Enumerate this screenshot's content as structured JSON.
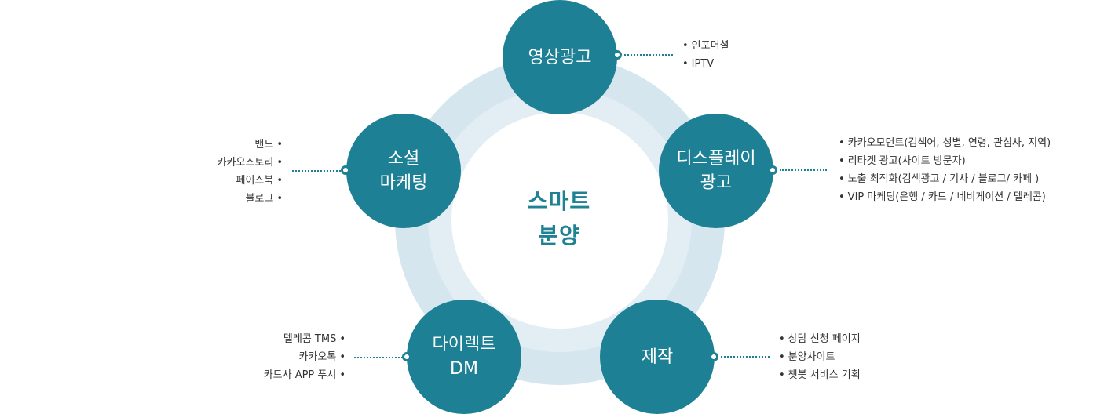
{
  "center": {
    "line1": "스마트",
    "line2": "분양"
  },
  "nodes": {
    "video": {
      "line1": "영상광고",
      "items": [
        "인포머셜",
        "IPTV"
      ]
    },
    "display": {
      "line1": "디스플레이",
      "line2": "광고",
      "items": [
        "카카오모먼트(검색어, 성별, 연령, 관심사, 지역)",
        "리타겟 광고(사이트 방문자)",
        "노출 최적화(검색광고 / 기사 / 블로그/ 카페 )",
        "VIP 마케팅(은행 / 카드 / 네비게이션 / 텔레콤)"
      ]
    },
    "production": {
      "line1": "제작",
      "items": [
        "상담 신청  페이지",
        "분양사이트",
        "챗봇 서비스 기획"
      ]
    },
    "direct": {
      "line1": "다이렉트",
      "line2": "DM",
      "items": [
        "텔레콤 TMS",
        "카카오톡",
        "카드사 APP 푸시"
      ]
    },
    "social": {
      "line1": "소셜",
      "line2": "마케팅",
      "items": [
        "밴드",
        "카카오스토리",
        "페이스북",
        "블로그"
      ]
    }
  },
  "colors": {
    "node": "#1d8095",
    "center_text": "#1f8294",
    "ring_outer": "#d6e6ef",
    "ring_mid": "#e3eef4"
  }
}
